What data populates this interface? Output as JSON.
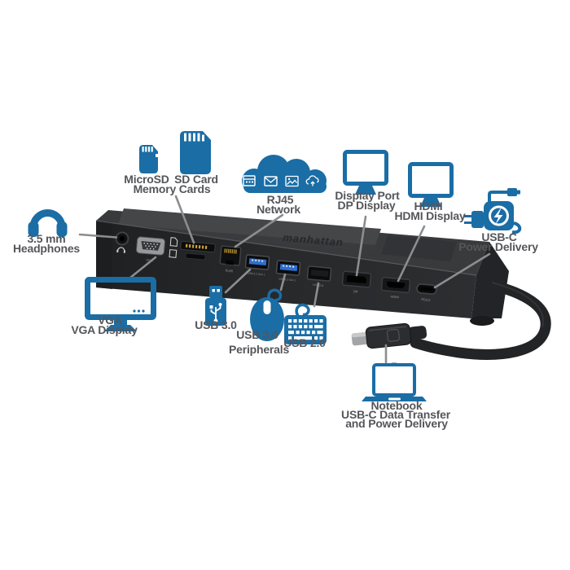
{
  "callouts": {
    "headphones": {
      "line1": "3.5 mm",
      "line2": "Headphones"
    },
    "memory": {
      "microsd": "MicroSD",
      "sdcard": "SD Card",
      "line2": "Memory Cards"
    },
    "network": {
      "line1": "RJ45",
      "line2": "Network"
    },
    "displayport": {
      "line1": "Display Port",
      "line2": "DP Display"
    },
    "hdmi": {
      "line1": "HDMI",
      "line2": "HDMI Display"
    },
    "usbc_power": {
      "line1": "USB-C",
      "line2": "Power Delivery"
    },
    "vga": {
      "line1": "VGA",
      "line2": "VGA Display"
    },
    "usb3_flash": {
      "line1": "USB 3.0"
    },
    "usb3_peripherals": {
      "line1": "USB 3.0",
      "line2": "Peripherals"
    },
    "usb2": {
      "line1": "USB 2.0"
    },
    "notebook": {
      "line1": "Notebook",
      "line2": "USB-C Data Transfer",
      "line3": "and Power Delivery"
    }
  },
  "dock": {
    "brand": "manhattan",
    "port_labels": {
      "vga": "VGA",
      "lan": "RJ45",
      "usb3_1": "USB 3.2 Gen 1",
      "usb3_2": "USB 3.2 Gen 1",
      "usb2": "USB2.0",
      "dp": "DP",
      "hdmi": "HDMI",
      "usbc": "PD3.0"
    }
  },
  "colors": {
    "accent_blue": "#1a6da5",
    "label_gray": "#55565a",
    "leader_gray": "#8b8d8f",
    "dock_body": "#27282a",
    "usb_tongue_blue": "#2e6fd0"
  }
}
